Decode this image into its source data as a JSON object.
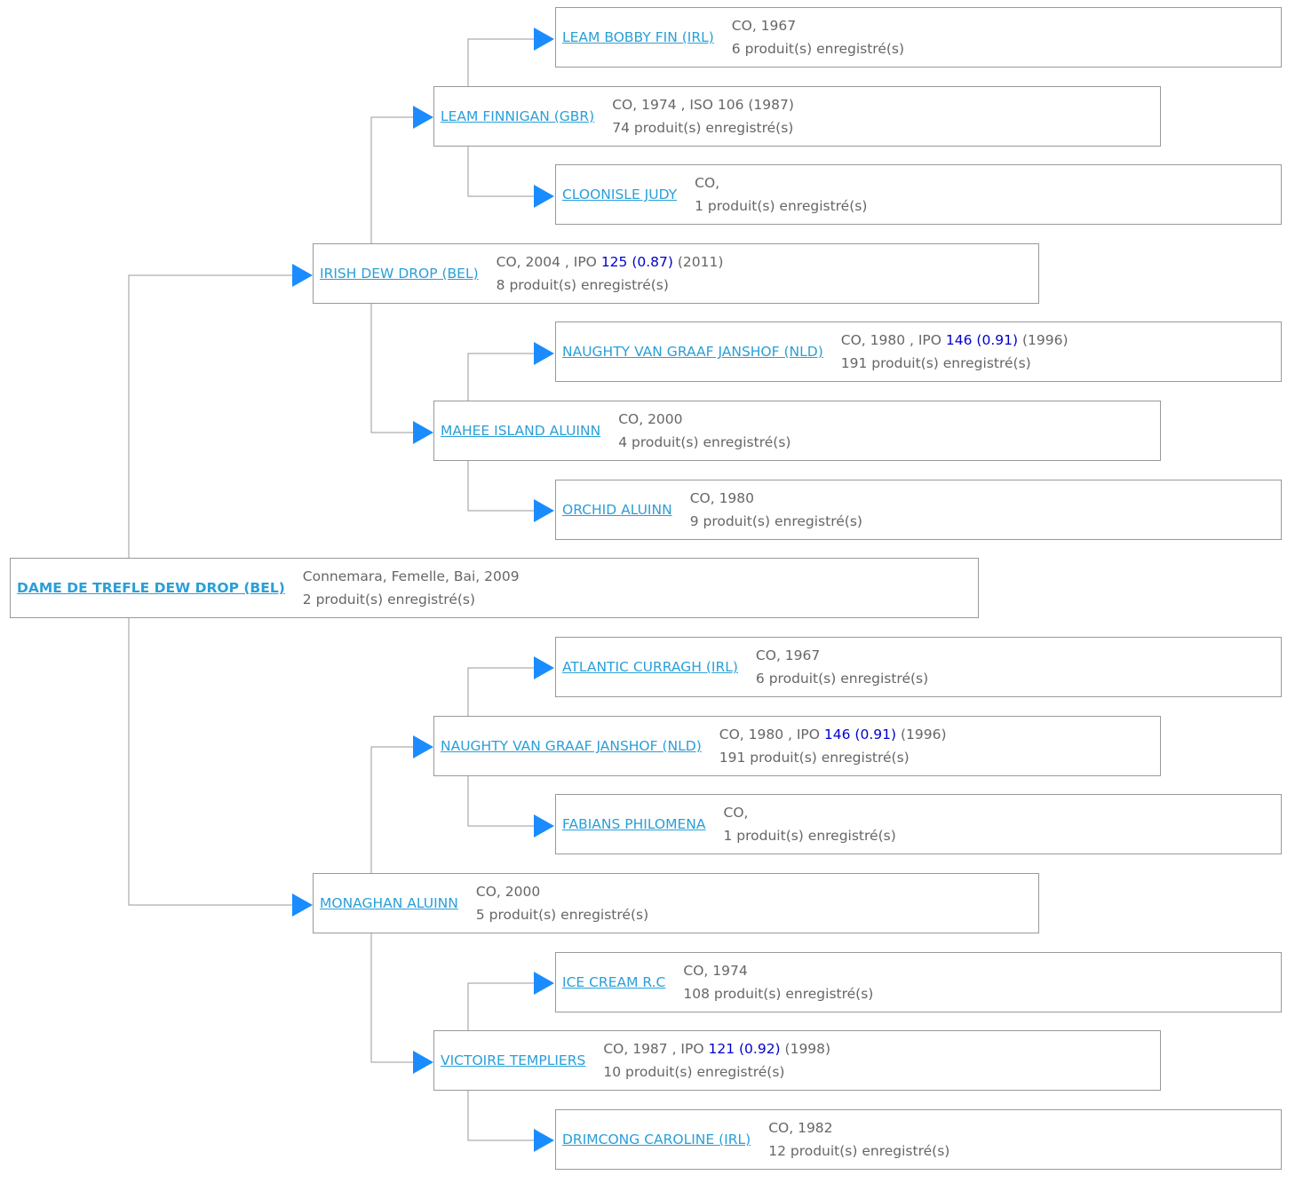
{
  "horses": [
    {
      "id": "root",
      "name": "DAME DE TREFLE DEW DROP (BEL)",
      "line1": "Connemara, Femelle, Bai, 2009",
      "line2": "2 produit(s) enregistré(s)"
    },
    {
      "id": "sire",
      "name": "IRISH DEW DROP (BEL)",
      "line1": "CO, 2004 , IPO ",
      "ipo": "125 (0.87)",
      "line1_after": " (2011)",
      "line2": "8 produit(s) enregistré(s)"
    },
    {
      "id": "dam",
      "name": "MONAGHAN ALUINN",
      "line1": "CO, 2000",
      "line2": "5 produit(s) enregistré(s)"
    },
    {
      "id": "ss",
      "name": "LEAM FINNIGAN (GBR)",
      "line1": "CO, 1974 , ISO 106 (1987)",
      "line2": "74 produit(s) enregistré(s)"
    },
    {
      "id": "sd",
      "name": "MAHEE ISLAND ALUINN",
      "line1": "CO, 2000",
      "line2": "4 produit(s) enregistré(s)"
    },
    {
      "id": "ds",
      "name": "NAUGHTY VAN GRAAF JANSHOF (NLD)",
      "line1": "CO, 1980 , IPO ",
      "ipo": "146 (0.91)",
      "line1_after": " (1996)",
      "line2": "191 produit(s) enregistré(s)"
    },
    {
      "id": "dd",
      "name": "VICTOIRE TEMPLIERS",
      "line1": "CO, 1987 , IPO ",
      "ipo": "121 (0.92)",
      "line1_after": " (1998)",
      "line2": "10 produit(s) enregistré(s)"
    },
    {
      "id": "sss",
      "name": "LEAM BOBBY FIN (IRL)",
      "line1": "CO, 1967",
      "line2": "6 produit(s) enregistré(s)"
    },
    {
      "id": "ssd",
      "name": "CLOONISLE JUDY",
      "line1": "CO,",
      "line2": "1 produit(s) enregistré(s)"
    },
    {
      "id": "sds",
      "name": "NAUGHTY VAN GRAAF JANSHOF (NLD)",
      "line1": "CO, 1980 , IPO ",
      "ipo": "146 (0.91)",
      "line1_after": " (1996)",
      "line2": "191 produit(s) enregistré(s)"
    },
    {
      "id": "sdd",
      "name": "ORCHID ALUINN",
      "line1": "CO, 1980",
      "line2": "9 produit(s) enregistré(s)"
    },
    {
      "id": "dss",
      "name": "ATLANTIC CURRAGH (IRL)",
      "line1": "CO, 1967",
      "line2": "6 produit(s) enregistré(s)"
    },
    {
      "id": "dsd",
      "name": "FABIANS PHILOMENA",
      "line1": "CO,",
      "line2": "1 produit(s) enregistré(s)"
    },
    {
      "id": "dds",
      "name": "ICE CREAM R.C",
      "line1": "CO, 1974",
      "line2": "108 produit(s) enregistré(s)"
    },
    {
      "id": "ddd",
      "name": "DRIMCONG CAROLINE (IRL)",
      "line1": "CO, 1982",
      "line2": "12 produit(s) enregistré(s)"
    }
  ],
  "colors": {
    "link": "#2a9fd8",
    "arrow": "#1a8cff",
    "ipo": "#0000cc",
    "line": "#999999"
  }
}
